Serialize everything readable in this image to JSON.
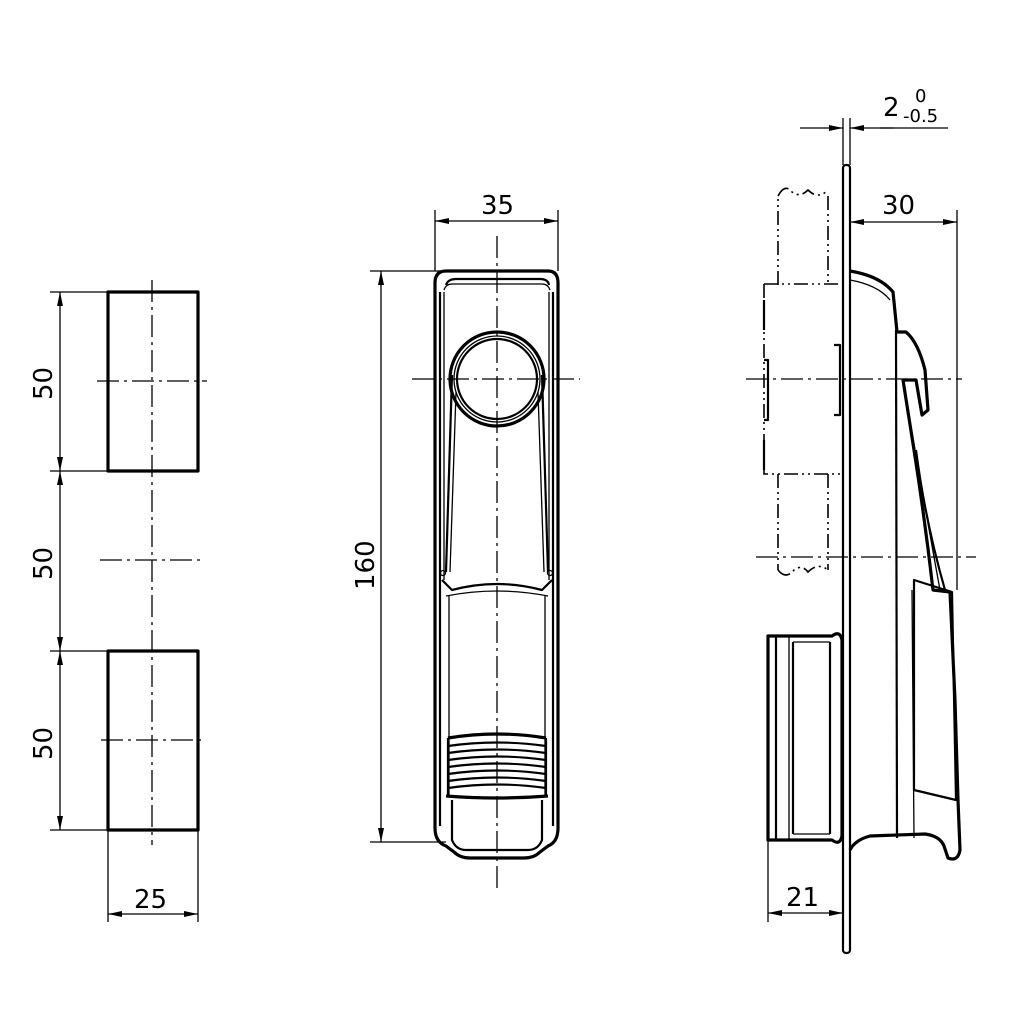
{
  "drawing": {
    "title": "Swing handle technical drawing with cutout template",
    "line_color": "#000000",
    "background": "#ffffff",
    "units": "mm"
  },
  "cutout_view": {
    "dimensions": {
      "upper_cutout_height": "50",
      "spacing_height": "50",
      "lower_cutout_height": "50",
      "cutout_width": "25"
    }
  },
  "front_view": {
    "dimensions": {
      "overall_width": "35",
      "overall_height": "160"
    }
  },
  "side_view": {
    "dimensions": {
      "panel_thickness_nominal": "2",
      "panel_thickness_upper_tol": "0",
      "panel_thickness_lower_tol": "-0.5",
      "projection_front": "30",
      "projection_rear": "21"
    }
  }
}
